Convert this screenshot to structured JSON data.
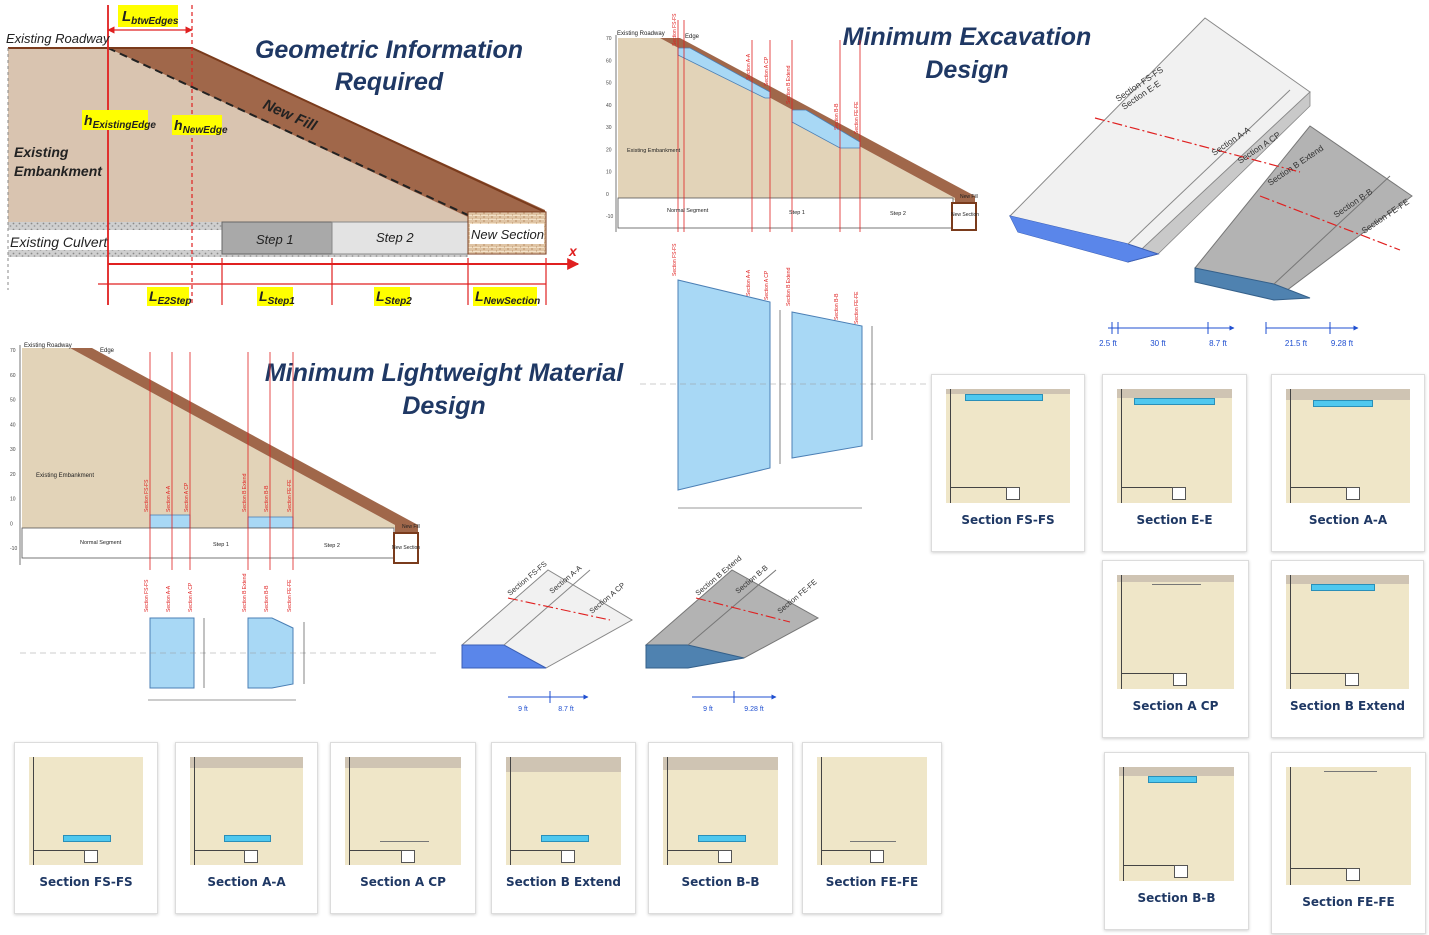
{
  "titles": {
    "geometric": [
      "Geometric Information",
      "Required"
    ],
    "excavation": [
      "Minimum Excavation",
      "Design"
    ],
    "lightweight": [
      "Minimum Lightweight Material",
      "Design"
    ]
  },
  "geometric_diagram": {
    "existing_roadway": "Existing Roadway",
    "existing_embankment": [
      "Existing",
      "Embankment"
    ],
    "new_fill": "New Fill",
    "existing_culvert": "Existing Culvert",
    "step1": "Step 1",
    "step2": "Step 2",
    "new_section": "New Section",
    "x_axis": "x",
    "l_btw": {
      "main": "L",
      "sub": "btwEdges"
    },
    "h_existing": {
      "main": "h",
      "sub": "ExistingEdge"
    },
    "h_new": {
      "main": "h",
      "sub": "NewEdge"
    },
    "l_e2step": {
      "main": "L",
      "sub": "E2Step"
    },
    "l_step1": {
      "main": "L",
      "sub": "Step1"
    },
    "l_step2": {
      "main": "L",
      "sub": "Step2"
    },
    "l_newsection": {
      "main": "L",
      "sub": "NewSection"
    }
  },
  "profile_labels": {
    "existing_roadway": "Existing Roadway",
    "edge": "Edge",
    "existing_embankment": "Existing Embankment",
    "normal_segment": "Normal Segment",
    "step1": "Step 1",
    "step2": "Step 2",
    "new_section": "New Section",
    "new_fill": "New Fill",
    "y_ticks": [
      "70",
      "60",
      "50",
      "40",
      "30",
      "20",
      "10",
      "0",
      "-10"
    ]
  },
  "section_names": {
    "fs": "Section FS-FS",
    "ee": "Section E-E",
    "aa": "Section A-A",
    "acp": "Section A CP",
    "bext": "Section B Extend",
    "bb": "Section B-B",
    "fefe": "Section FE-FE"
  },
  "dims_excavation_3d": [
    "2.5 ft",
    "30 ft",
    "8.7 ft",
    "21.5 ft",
    "9.28 ft"
  ],
  "dims_lightweight_3d": [
    "9 ft",
    "8.7 ft",
    "9 ft",
    "9.28 ft"
  ],
  "colors": {
    "embankment": "#d9c4b0",
    "new_fill": "#a0674a",
    "title": "#1f3864",
    "section_line": "#e02020",
    "light_material": "#a8d8f5",
    "highlight": "#ffff00"
  },
  "cards_excavation": [
    {
      "caption": "Section FS-FS",
      "band": 0.04,
      "bar": [
        0.15,
        0.78
      ]
    },
    {
      "caption": "Section E-E",
      "band": 0.08,
      "bar": [
        0.15,
        0.85
      ]
    },
    {
      "caption": "Section A-A",
      "band": 0.1,
      "bar": [
        0.22,
        0.7
      ]
    },
    {
      "caption": "Section A CP",
      "band": 0.06,
      "bar": null
    },
    {
      "caption": "Section B Extend",
      "band": 0.08,
      "bar": [
        0.2,
        0.72
      ]
    },
    {
      "caption": "Section B-B",
      "band": 0.08,
      "bar": [
        0.25,
        0.68
      ]
    },
    {
      "caption": "Section FE-FE",
      "band": 0.0,
      "bar": null
    }
  ],
  "cards_lightweight": [
    {
      "caption": "Section FS-FS",
      "band": 0.0,
      "bar": [
        0.3,
        0.72
      ]
    },
    {
      "caption": "Section A-A",
      "band": 0.1,
      "bar": [
        0.3,
        0.72
      ]
    },
    {
      "caption": "Section A CP",
      "band": 0.1,
      "bar": null
    },
    {
      "caption": "Section B Extend",
      "band": 0.14,
      "bar": [
        0.3,
        0.72
      ]
    },
    {
      "caption": "Section B-B",
      "band": 0.12,
      "bar": [
        0.3,
        0.72
      ]
    },
    {
      "caption": "Section FE-FE",
      "band": 0.0,
      "bar": null
    }
  ]
}
